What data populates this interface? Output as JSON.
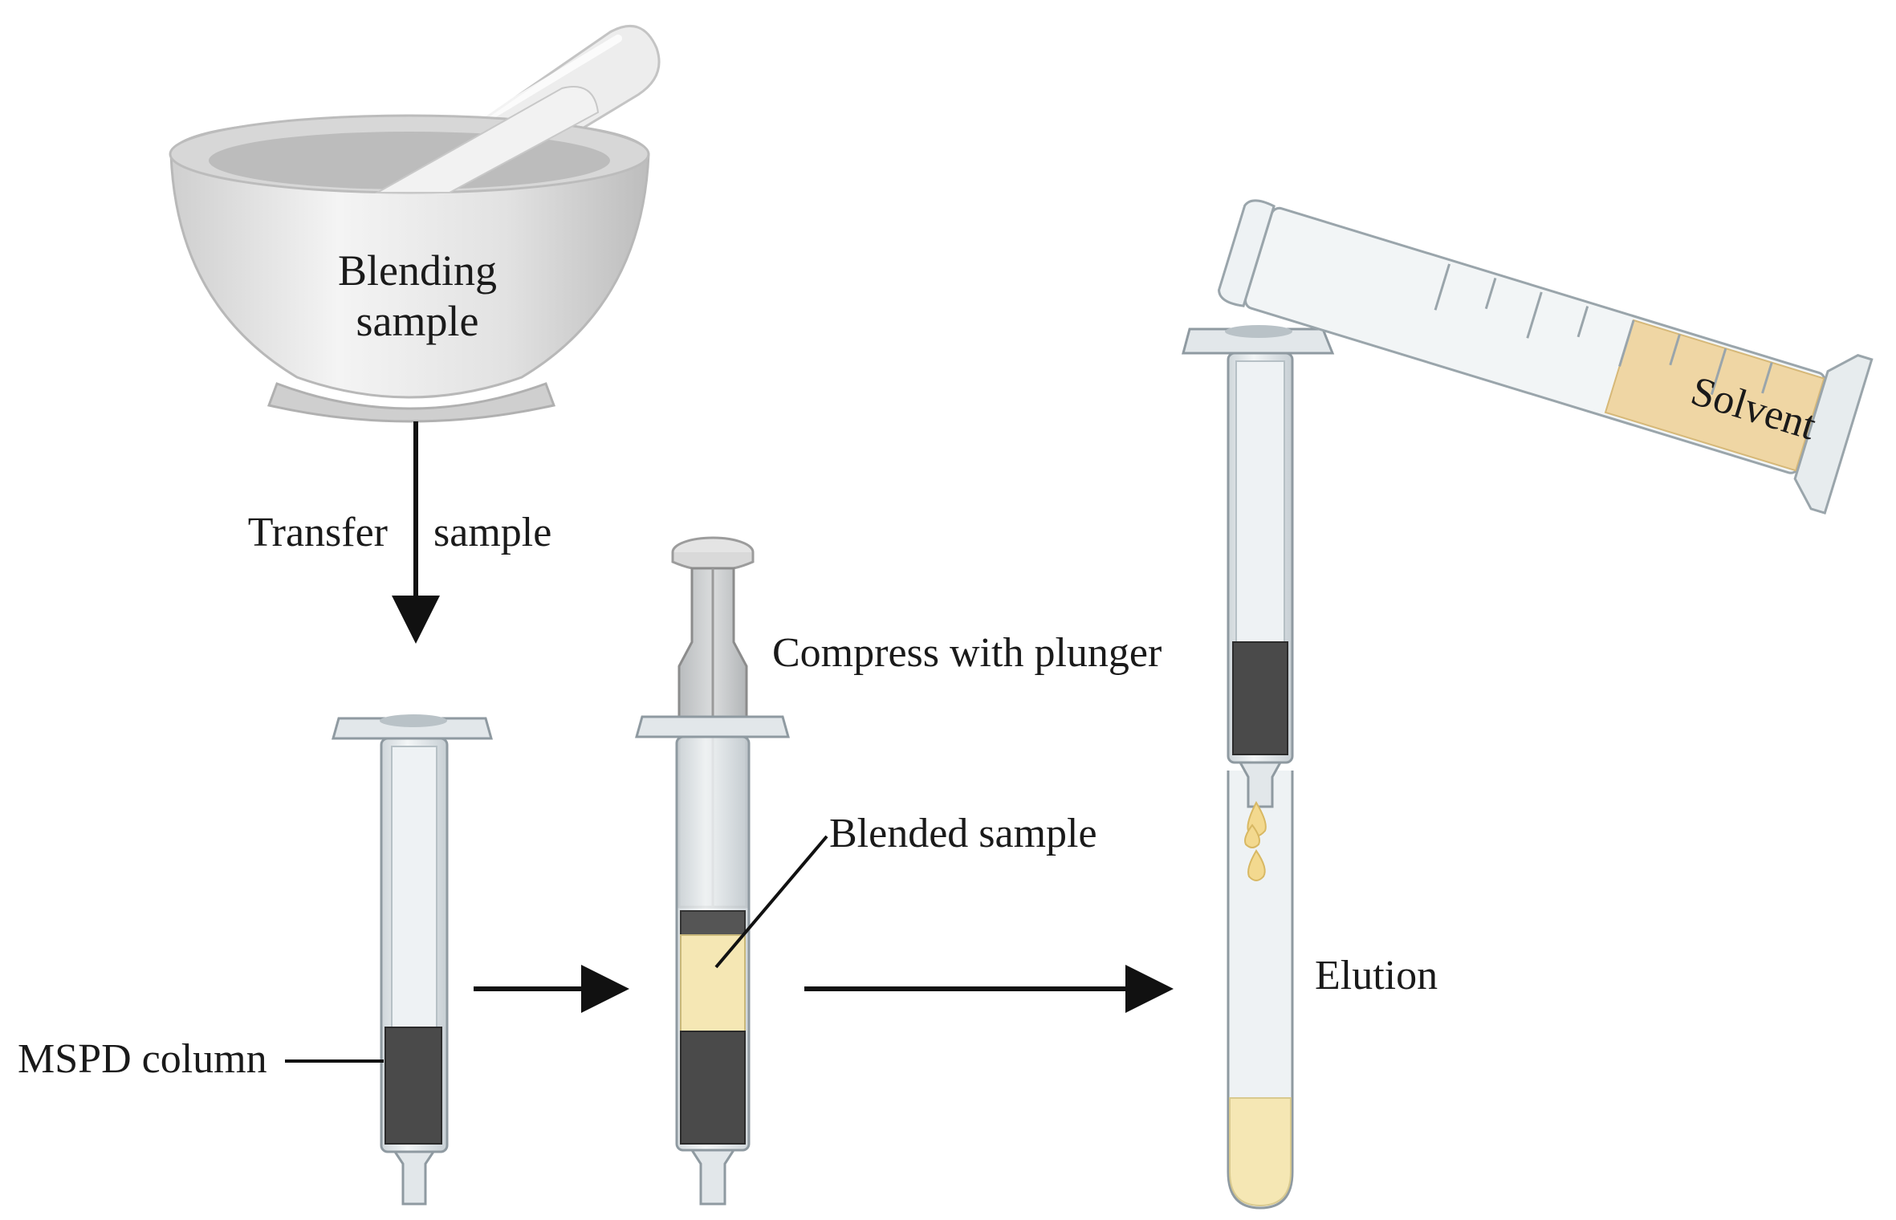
{
  "labels": {
    "mortar_line1": "Blending",
    "mortar_line2": "sample",
    "transfer_left": "Transfer",
    "transfer_right": "sample",
    "compress": "Compress with plunger",
    "blended_sample": "Blended sample",
    "mspd_column": "MSPD column",
    "elution": "Elution",
    "solvent": "Solvent"
  },
  "colors": {
    "glass": "#e6ebee",
    "glass_stroke": "#8f9aa1",
    "sorbent": "#4a4a4a",
    "sample": "#f5e7b4",
    "solvent": "#efd6a4",
    "arrow": "#111111",
    "porcelain": "#e8e8e8"
  }
}
